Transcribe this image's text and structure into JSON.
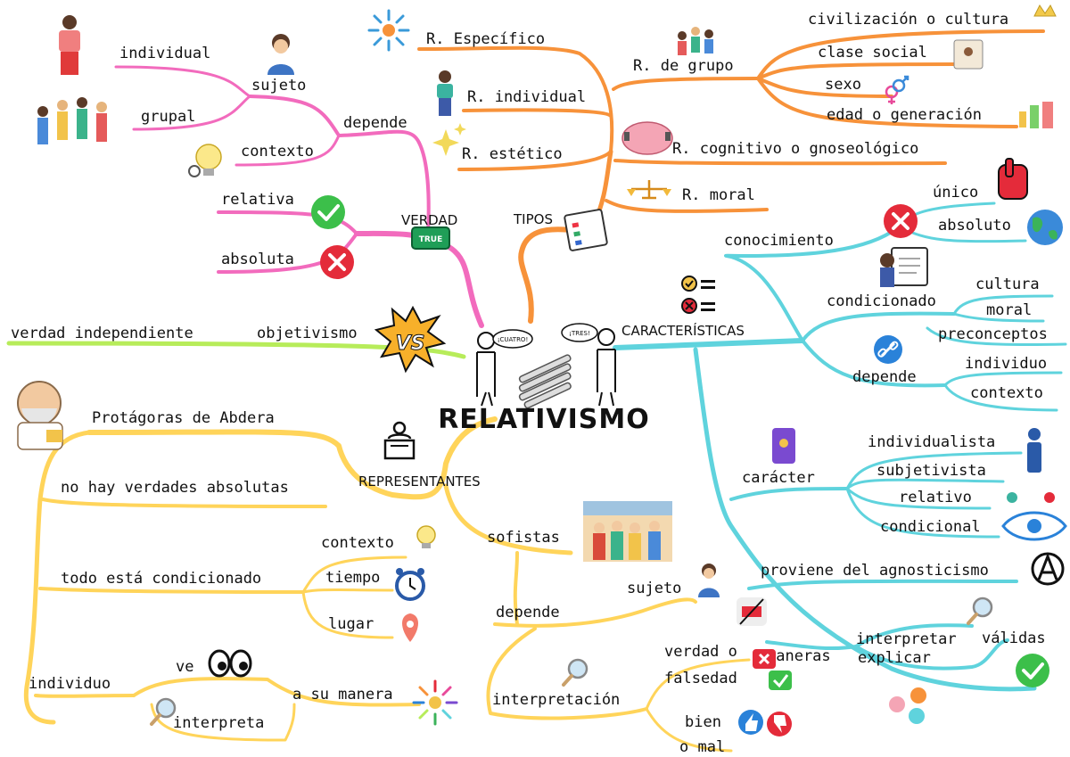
{
  "center": {
    "title": "RELATIVISMO",
    "bubble_left": "¡CUATRO!",
    "bubble_right": "¡TRES!"
  },
  "colors": {
    "truth": "#f26bbd",
    "types": "#f7923a",
    "chars": "#5fd3dd",
    "reps": "#ffd45a",
    "objectivism": "#b7ec5a"
  },
  "verdad": {
    "title": "VERDAD",
    "badge": "TRUE",
    "depende": "depende",
    "sujeto": "sujeto",
    "individual": "individual",
    "grupal": "grupal",
    "contexto": "contexto",
    "relativa": "relativa",
    "absoluta": "absoluta"
  },
  "tipos": {
    "title": "TIPOS",
    "especifico": "R. Específico",
    "individual": "R. individual",
    "estetico": "R. estético",
    "grupo": "R. de grupo",
    "civilizacion": "civilización o cultura",
    "clase": "clase social",
    "sexo": "sexo",
    "edad": "edad o generación",
    "cognitivo": "R. cognitivo o gnoseológico",
    "moral": "R. moral"
  },
  "objetivismo": {
    "label": "objetivismo",
    "verdad_ind": "verdad independiente",
    "vs": "VS"
  },
  "caracteristicas": {
    "title": "CARACTERÍSTICAS",
    "conocimiento": "conocimiento",
    "unico": "único",
    "absoluto": "absoluto",
    "condicionado": "condicionado",
    "cultura": "cultura",
    "moral": "moral",
    "preconceptos": "preconceptos",
    "depende": "depende",
    "individuo": "individuo",
    "contexto": "contexto",
    "caracter": "carácter",
    "individualista": "individualista",
    "subjetivista": "subjetivista",
    "relativo": "relativo",
    "condicional": "condicional",
    "agnosticismo": "proviene del agnosticismo",
    "maneras": "maneras",
    "interpretar": "interpretar",
    "explicar": "explicar",
    "validas": "válidas"
  },
  "representantes": {
    "title": "REPRESENTANTES",
    "protagoras": "Protágoras de Abdera",
    "no_hay": "no hay verdades absolutas",
    "todo": "todo está condicionado",
    "contexto": "contexto",
    "tiempo": "tiempo",
    "lugar": "lugar",
    "individuo": "individuo",
    "ve": "ve",
    "interpreta": "interpreta",
    "a_su_manera": "a su manera",
    "sofistas": "sofistas",
    "depende": "depende",
    "sujeto": "sujeto",
    "interpretacion": "interpretación",
    "verdad_o": "verdad o",
    "falsedad": "falsedad",
    "bien": "bien",
    "o_mal": "o mal"
  }
}
